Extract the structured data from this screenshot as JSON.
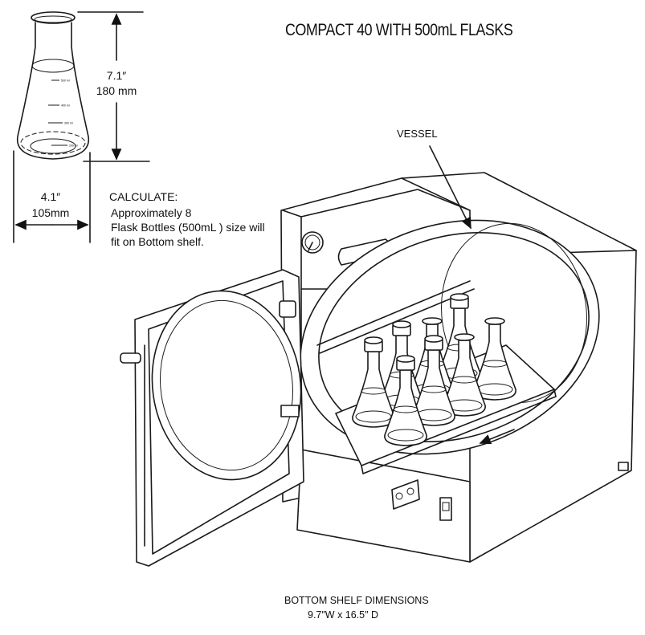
{
  "title": "COMPACT 40 WITH 500mL FLASKS",
  "vessel_label": "VESSEL",
  "flask_dimensions": {
    "height_in": "7.1″",
    "height_mm": "180 mm",
    "width_in": "4.1″",
    "width_mm": "105mm",
    "graduations": [
      "500 ml",
      "400 ml",
      "300 ml",
      "200 ml"
    ]
  },
  "calculation": {
    "heading": "CALCULATE:",
    "lines": [
      "Approximately 8",
      "Flask Bottles (500mL ) size will",
      "fit on Bottom shelf."
    ]
  },
  "shelf": {
    "heading": "BOTTOM SHELF DIMENSIONS",
    "size": "9.7″W x 16.5″ D"
  },
  "flask_count_shown": 8
}
